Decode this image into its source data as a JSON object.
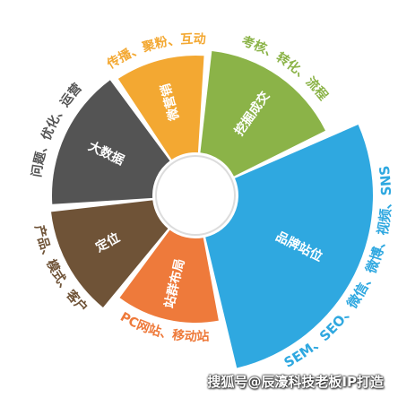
{
  "segments": [
    {
      "id": "weiyingxiao",
      "label": "微营销",
      "outer": "传播、聚粉、互动",
      "color": "#f3a832",
      "outer_color": "#f3a832"
    },
    {
      "id": "wajuechengjiao",
      "label": "挖掘成交",
      "outer": "考核、转化、流程",
      "color": "#8bb348",
      "outer_color": "#8bb348"
    },
    {
      "id": "pinpaizhanwei",
      "label": "品牌站位",
      "outer": "SEM、SEO、微信、微博、视频、SNS",
      "color": "#2fa8e0",
      "outer_color": "#2fa8e0"
    },
    {
      "id": "zhanqunbuju",
      "label": "站群布局",
      "outer": "PC网站、移动站",
      "color": "#ee7a3b",
      "outer_color": "#ee7a3b"
    },
    {
      "id": "dingwei",
      "label": "定位",
      "outer": "产品、模式、客户",
      "color": "#6f5337",
      "outer_color": "#6f5337"
    },
    {
      "id": "dashuju",
      "label": "大数据",
      "outer": "问题、优化、运营",
      "color": "#545454",
      "outer_color": "#545454"
    }
  ],
  "watermark": "搜狐号@辰濠科技老板IP打造"
}
